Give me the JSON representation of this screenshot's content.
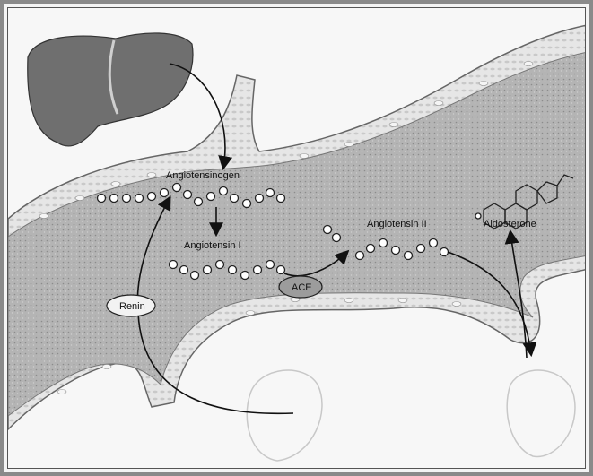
{
  "labels": {
    "angiotensinogen": "Angiotensinogen",
    "angiotensin_i": "Angiotensin I",
    "angiotensin_ii": "Angiotensin II",
    "aldosterone": "Aldosterone",
    "renin": "Renin",
    "ace": "ACE"
  },
  "colors": {
    "vessel_fill": "#bdbdbd",
    "vessel_wall": "#e2e2e2",
    "liver": "#6f6f6f",
    "ink": "#111111"
  }
}
